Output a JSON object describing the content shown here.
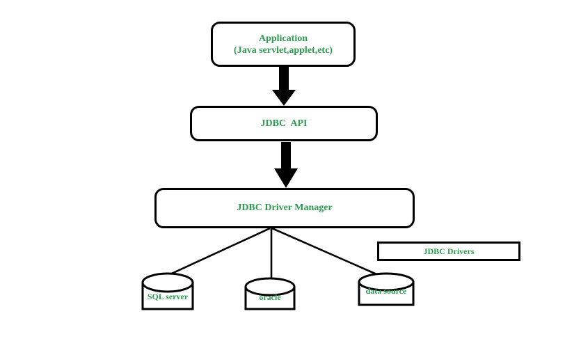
{
  "colors": {
    "label_green": "#2e9b50",
    "line_black": "#000000",
    "background": "#ffffff"
  },
  "nodes": {
    "application": {
      "line1": "Application",
      "line2": "(Java servlet,applet,etc)"
    },
    "jdbc_api": {
      "label": "JDBC  API"
    },
    "jdbc_driver_manager": {
      "label": "JDBC Driver Manager"
    },
    "jdbc_drivers": {
      "label": "JDBC Drivers"
    },
    "databases": [
      {
        "label": "SQL server"
      },
      {
        "label": "oracle"
      },
      {
        "label": "data source"
      }
    ]
  },
  "connectors": {
    "arrows": [
      "application -> jdbc_api",
      "jdbc_api -> jdbc_driver_manager"
    ],
    "lines": [
      "jdbc_driver_manager -> SQL server",
      "jdbc_driver_manager -> oracle",
      "jdbc_driver_manager -> data source"
    ]
  }
}
